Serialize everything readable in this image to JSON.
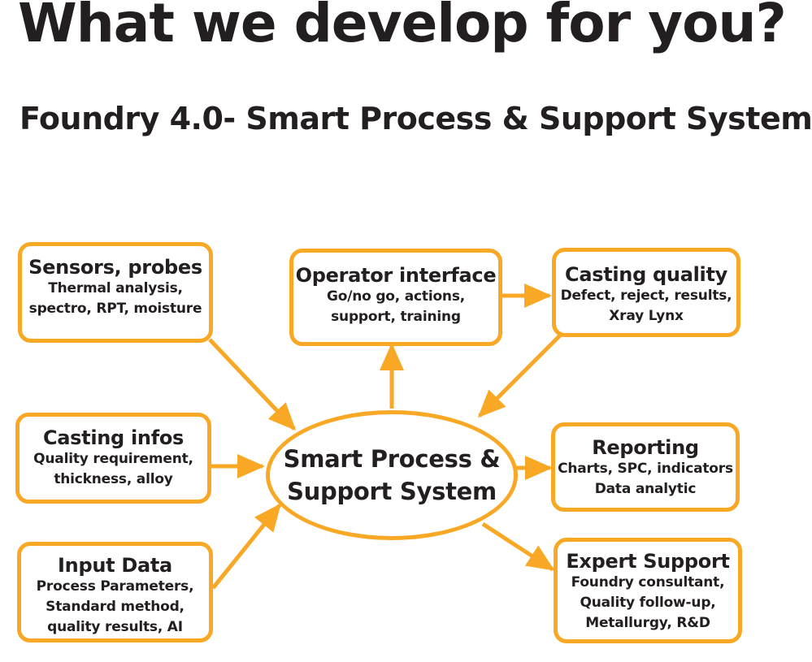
{
  "title": "What we develop for you?",
  "subtitle": "Foundry 4.0- Smart Process & Support System",
  "colors": {
    "accent": "#f9a825",
    "text": "#231f20",
    "background": "#ffffff"
  },
  "hub": {
    "lines": [
      "Smart Process &",
      "Support System"
    ]
  },
  "boxes": [
    {
      "title": "Sensors, probes",
      "lines": [
        "Thermal analysis,",
        "spectro, RPT, moisture"
      ]
    },
    {
      "title": "Operator interface",
      "lines": [
        "Go/no go, actions,",
        "support, training"
      ]
    },
    {
      "title": "Casting quality",
      "lines": [
        "Defect, reject, results,",
        "Xray Lynx"
      ]
    },
    {
      "title": "Casting infos",
      "lines": [
        "Quality requirement,",
        "thickness, alloy"
      ]
    },
    {
      "title": "Reporting",
      "lines": [
        "Charts, SPC, indicators",
        "Data analytic"
      ]
    },
    {
      "title": "Input Data",
      "lines": [
        "Process Parameters,",
        "Standard method,",
        "quality results, AI"
      ]
    },
    {
      "title": "Expert Support",
      "lines": [
        "Foundry consultant,",
        "Quality follow-up,",
        "Metallurgy, R&D"
      ]
    }
  ],
  "arrows": [
    {
      "from": "Sensors, probes",
      "to": "Smart Process & Support System"
    },
    {
      "from": "Casting infos",
      "to": "Smart Process & Support System"
    },
    {
      "from": "Input Data",
      "to": "Smart Process & Support System"
    },
    {
      "from": "Casting quality",
      "to": "Smart Process & Support System"
    },
    {
      "from": "Smart Process & Support System",
      "to": "Operator interface"
    },
    {
      "from": "Operator interface",
      "to": "Casting quality"
    },
    {
      "from": "Smart Process & Support System",
      "to": "Reporting"
    },
    {
      "from": "Smart Process & Support System",
      "to": "Expert Support"
    }
  ]
}
